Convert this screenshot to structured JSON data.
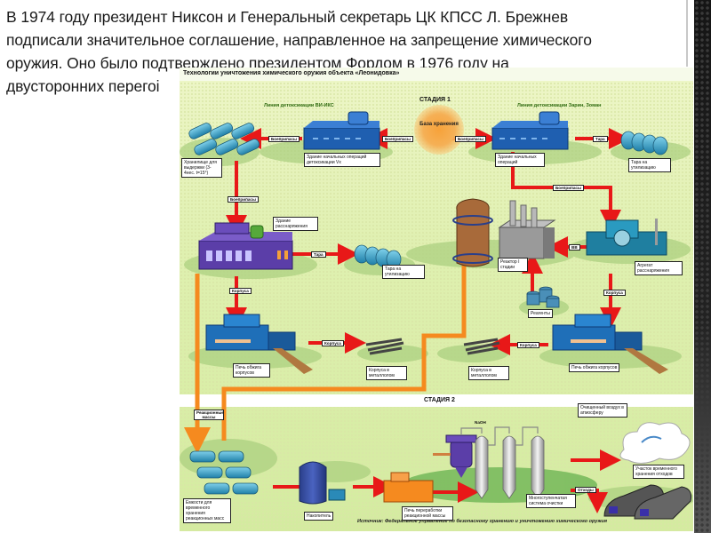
{
  "paragraph": {
    "lines": [
      "В 1974 году президент Никсон и Генеральный секретарь ЦК КПСС Л. Брежнев",
      "подписали значительное соглашение, направленное на запрещение химического",
      "оружия. Оно было подтверждено президентом Фордом в 1976 году на",
      "двусторонних перегоі"
    ]
  },
  "diagram": {
    "title": "Технологии уничтожения химического оружия объекта «Леонидовка»",
    "stage1": "СТАДИЯ 1",
    "stage2": "СТАДИЯ 2",
    "base": "База хранения",
    "line_left": "Линия детоксикации ВИ-ИКС",
    "line_right": "Линия детоксикации Зарин, Зоман",
    "labels": {
      "storage": "Хранилище для выдержки (3-4нес. t=15°)",
      "initial_left": "Здание начальных операций детоксикации Vx",
      "initial_right": "Здание начальных операций",
      "tara_right": "Тара на утилизацию",
      "decontam_building": "Здание расснаряжения",
      "tara_left": "Тара на утилизацию",
      "reactor": "Реактор I стадии",
      "reagents": "Реагенты",
      "aggregate": "Агрегат расснаряжения",
      "furnace_left": "Печь обжига корпусов",
      "furnace_right": "Печь обжига корпусов",
      "hulls_left": "Корпуса в металлолом",
      "hulls_right": "Корпуса в металлолом",
      "tanks": "Емкости для временного хранения реакционных масс",
      "accumulator": "Накопитель",
      "reproc_furnace": "Печь переработки реакционной массы",
      "multistage": "Многоступенчатая система очистки",
      "clean_air": "Очищенный воздух в атмосферу",
      "waste_storage": "Участок временного хранения отходов"
    },
    "tags": {
      "munitions": "Боеприпасы",
      "tara": "Тара",
      "hulls": "Корпуса",
      "vv": "ВВ",
      "reaction_masses": "Реакционные массы",
      "naoh": "NaOH",
      "waste": "Отходы"
    },
    "source": "Источник: Федеральное управление по безопасному хранению и уничтожению химического оружия"
  },
  "colors": {
    "arrow_red": "#e81818",
    "pipe_orange": "#f58a1f",
    "building_blue": "#1f5fb0",
    "building_purple": "#5b3ea8",
    "barrel_teal": "#3aa6c8"
  }
}
